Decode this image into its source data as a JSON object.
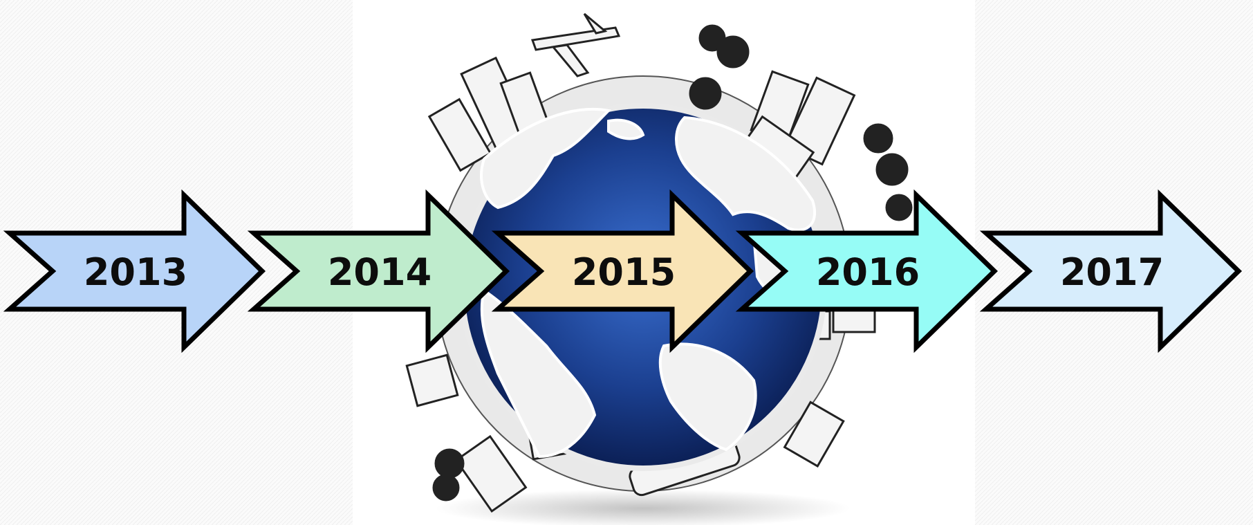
{
  "timeline": {
    "arrows": [
      {
        "label": "2013",
        "color": "#b8d4f8"
      },
      {
        "label": "2014",
        "color": "#bfeccd"
      },
      {
        "label": "2015",
        "color": "#f9e4b6"
      },
      {
        "label": "2016",
        "color": "#96fcf6"
      },
      {
        "label": "2017",
        "color": "#d7edfc"
      }
    ],
    "outline_color": "#000000"
  },
  "illustration": {
    "icon": "globe-with-city-sketch-icon",
    "ocean_color": "#1b3f8f",
    "land_color": "#f2f2f2"
  }
}
